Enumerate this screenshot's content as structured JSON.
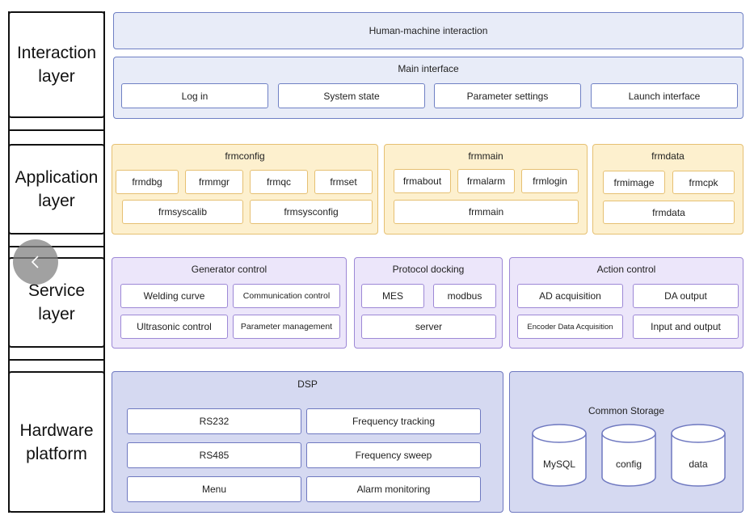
{
  "layers": [
    {
      "label": "Interaction\nlayer"
    },
    {
      "label": "Application\nlayer"
    },
    {
      "label": "Service\nlayer"
    },
    {
      "label": "Hardware\nplatform"
    }
  ],
  "interaction": {
    "hmi_label": "Human-machine interaction",
    "main_title": "Main interface",
    "items": [
      "Log in",
      "System state",
      "Parameter settings",
      "Launch interface"
    ]
  },
  "application": {
    "frmconfig": {
      "title": "frmconfig",
      "row1": [
        "frmdbg",
        "frmmgr",
        "frmqc",
        "frmset"
      ],
      "row2": [
        "frmsyscalib",
        "frmsysconfig"
      ]
    },
    "frmmain": {
      "title": "frmmain",
      "row1": [
        "frmabout",
        "frmalarm",
        "frmlogin"
      ],
      "row2": [
        "frmmain"
      ]
    },
    "frmdata": {
      "title": "frmdata",
      "row1": [
        "frmimage",
        "frmcpk"
      ],
      "row2": [
        "frmdata"
      ]
    }
  },
  "service": {
    "generator": {
      "title": "Generator control",
      "items": [
        "Welding curve",
        "Communication control",
        "Ultrasonic control",
        "Parameter management"
      ]
    },
    "protocol": {
      "title": "Protocol docking",
      "items": [
        "MES",
        "modbus",
        "server"
      ]
    },
    "action": {
      "title": "Action control",
      "items": [
        "AD acquisition",
        "DA output",
        "Encoder Data Acquisition",
        "Input and output"
      ]
    }
  },
  "hardware": {
    "dsp": {
      "title": "DSP",
      "left": [
        "RS232",
        "RS485",
        "Menu"
      ],
      "right": [
        "Frequency tracking",
        "Frequency sweep",
        "Alarm monitoring"
      ]
    },
    "storage": {
      "title": "Common Storage",
      "dbs": [
        "MySQL",
        "config",
        "data"
      ]
    }
  },
  "icons": {
    "back": "chevron-left-icon"
  },
  "colors": {
    "interaction": "#6f80c4",
    "application": "#e6c072",
    "service": "#9d88d6",
    "hardware": "#6e78c0"
  }
}
